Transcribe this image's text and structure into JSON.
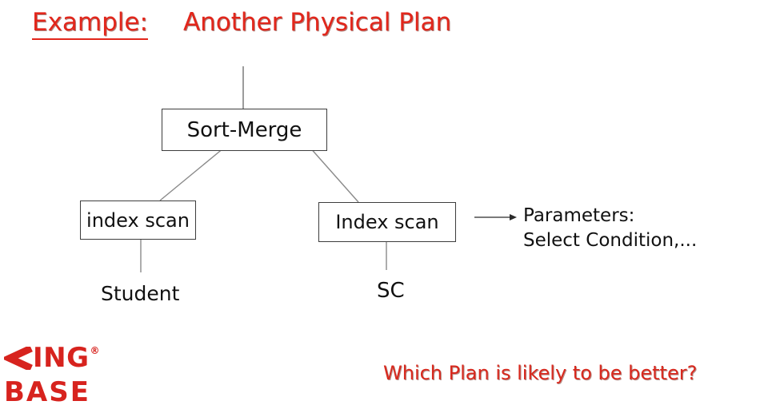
{
  "slide": {
    "title": {
      "keyword": "Example:",
      "text": "Another Physical Plan"
    }
  },
  "diagram": {
    "nodes": {
      "root": "Sort-Merge",
      "left": "index scan",
      "right": "Index scan"
    },
    "tables": {
      "left": "Student",
      "right": "SC"
    },
    "annotation": {
      "line1": "Parameters:",
      "line2": "Select Condition,..."
    }
  },
  "footer": {
    "logo": {
      "k_mark": "K",
      "top_rest": "ING",
      "reg": "®",
      "bottom": "BASE"
    },
    "question": "Which Plan is likely to be better?"
  },
  "colors": {
    "accent_red": "#e2261b",
    "question_red": "#d8291e",
    "logo_red": "#d7231e",
    "line_gray": "#8a8a8a",
    "box_border": "#3d3d3d",
    "text_black": "#1a1a1a"
  }
}
